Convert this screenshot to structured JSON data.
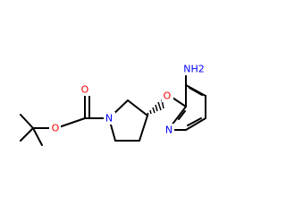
{
  "molecule": {
    "colors": {
      "bond": "#000000",
      "oxygen": "#ff0000",
      "nitrogen": "#0000ff",
      "background": "#ffffff"
    },
    "atoms": {
      "carbonyl_o": {
        "label": "O",
        "element": "O"
      },
      "ester_o": {
        "label": "O",
        "element": "O"
      },
      "pyrrolidine_n": {
        "label": "N",
        "element": "N"
      },
      "ether_o": {
        "label": "O",
        "element": "O"
      },
      "amino": {
        "label": "NH2",
        "element": "N"
      },
      "pyridine_n": {
        "label": "N",
        "element": "N"
      }
    }
  }
}
